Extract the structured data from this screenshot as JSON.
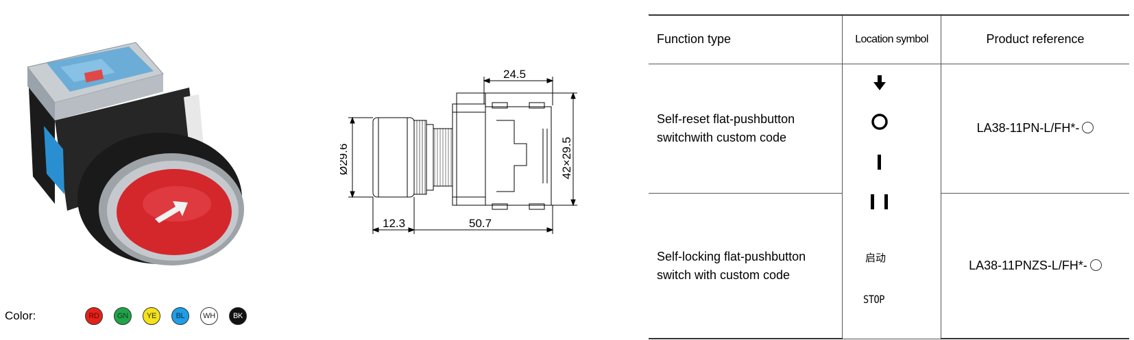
{
  "colors": {
    "label": "Color:",
    "swatches": [
      {
        "code": "RD",
        "fill": "#e2231a",
        "text": "#6b0000"
      },
      {
        "code": "GN",
        "fill": "#22a34a",
        "text": "#0b3d18"
      },
      {
        "code": "YE",
        "fill": "#f4e21a",
        "text": "#333300"
      },
      {
        "code": "BL",
        "fill": "#1f9ee6",
        "text": "#0a2d4d"
      },
      {
        "code": "WH",
        "fill": "#ffffff",
        "text": "#222222"
      },
      {
        "code": "BK",
        "fill": "#111111",
        "text": "#ffffff"
      }
    ]
  },
  "dimensions": {
    "top_width": "24.5",
    "diameter": "Ø29.6",
    "side_size": "42×29.5",
    "bezel_depth": "12.3",
    "body_length": "50.7"
  },
  "table": {
    "headers": {
      "function": "Function type",
      "location": "Location symbol",
      "reference": "Product reference"
    },
    "rows": [
      {
        "function_line1": "Self-reset flat-pushbutton",
        "function_line2": "switchwith custom code",
        "reference": "LA38-11PN-L/FH*-"
      },
      {
        "function_line1": "Self-locking flat-pushbutton",
        "function_line2": "switch with custom code",
        "reference": "LA38-11PNZS-L/FH*-"
      }
    ],
    "symbol_text_cn": "启动",
    "symbol_text_stop": "STOP"
  }
}
